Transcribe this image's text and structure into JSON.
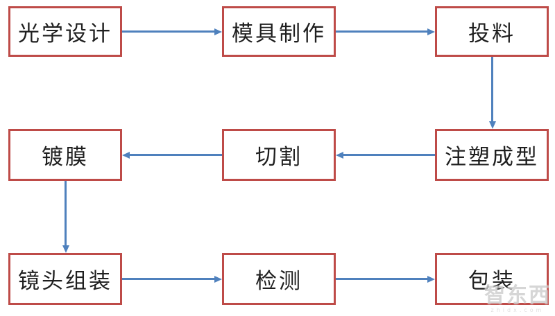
{
  "diagram": {
    "type": "flowchart",
    "description": "lens manufacturing process flow",
    "nodes": [
      {
        "id": "optical-design",
        "label": "光学设计",
        "row": 1,
        "col": 1
      },
      {
        "id": "mold-making",
        "label": "模具制作",
        "row": 1,
        "col": 2
      },
      {
        "id": "feeding",
        "label": "投料",
        "row": 1,
        "col": 3
      },
      {
        "id": "injection-molding",
        "label": "注塑成型",
        "row": 2,
        "col": 3
      },
      {
        "id": "cutting",
        "label": "切割",
        "row": 2,
        "col": 2
      },
      {
        "id": "coating",
        "label": "镀膜",
        "row": 2,
        "col": 1
      },
      {
        "id": "lens-assembly",
        "label": "镜头组装",
        "row": 3,
        "col": 1
      },
      {
        "id": "inspection",
        "label": "检测",
        "row": 3,
        "col": 2
      },
      {
        "id": "packaging",
        "label": "包装",
        "row": 3,
        "col": 3
      }
    ],
    "edges": [
      {
        "from": "optical-design",
        "to": "mold-making",
        "direction": "right"
      },
      {
        "from": "mold-making",
        "to": "feeding",
        "direction": "right"
      },
      {
        "from": "feeding",
        "to": "injection-molding",
        "direction": "down"
      },
      {
        "from": "injection-molding",
        "to": "cutting",
        "direction": "left"
      },
      {
        "from": "cutting",
        "to": "coating",
        "direction": "left"
      },
      {
        "from": "coating",
        "to": "lens-assembly",
        "direction": "down"
      },
      {
        "from": "lens-assembly",
        "to": "inspection",
        "direction": "right"
      },
      {
        "from": "inspection",
        "to": "packaging",
        "direction": "right"
      }
    ],
    "colors": {
      "box_border": "#BE4B48",
      "arrow": "#4F81BD",
      "text": "#1F1F1F",
      "background": "#FFFFFF",
      "watermark": "#CDCDCD"
    }
  },
  "watermark": {
    "logo_text": "智东西",
    "url_text": "zhidx.com"
  }
}
